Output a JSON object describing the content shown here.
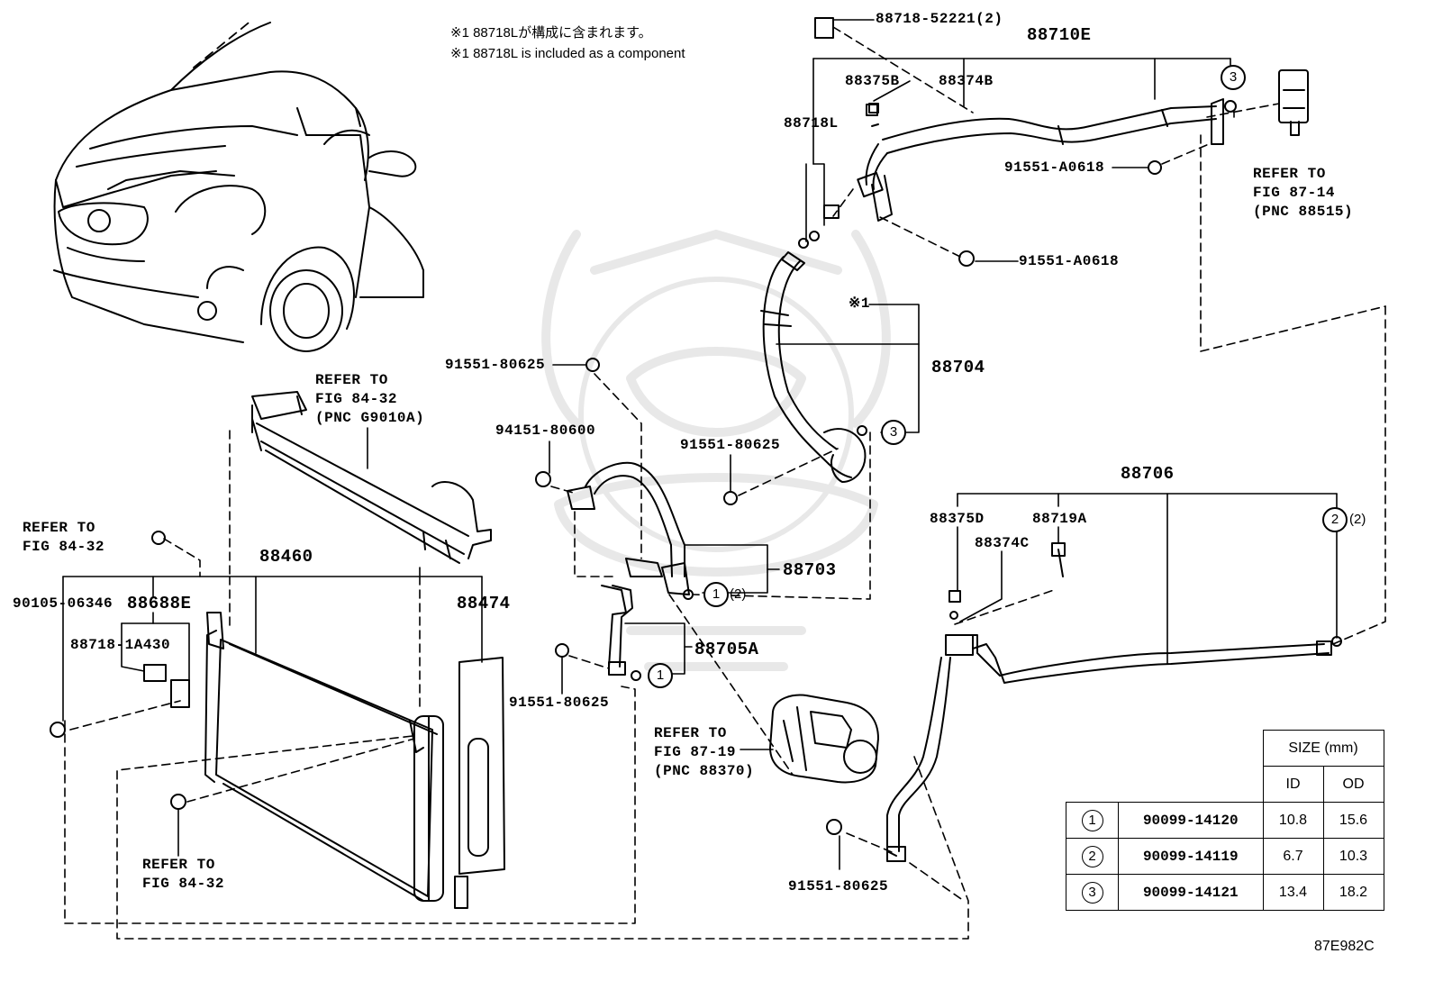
{
  "notes": {
    "jp": "※1 88718Lが構成に含まれます。",
    "en": "※1 88718L is included as a component"
  },
  "parts": {
    "p88718_52221": "88718-52221(2)",
    "p88710E": "88710E",
    "p88375B": "88375B",
    "p88374B": "88374B",
    "p88718L": "88718L",
    "p91551_A0618_a": "91551-A0618",
    "p91551_A0618_b": "91551-A0618",
    "p88704": "88704",
    "p91551_80625_a": "91551-80625",
    "p94151_80600": "94151-80600",
    "p91551_80625_b": "91551-80625",
    "p88703": "88703",
    "p88705A": "88705A",
    "p91551_80625_c": "91551-80625",
    "p88460": "88460",
    "p90105_06346": "90105-06346",
    "p88688E": "88688E",
    "p88718_1A430": "88718-1A430",
    "p88474": "88474",
    "p88706": "88706",
    "p88375D": "88375D",
    "p88719A": "88719A",
    "p88374C": "88374C",
    "p91551_80625_d": "91551-80625",
    "star1": "※1"
  },
  "refs": {
    "fig_87_14": [
      "REFER TO",
      "FIG 87-14",
      "(PNC 88515)"
    ],
    "fig_84_32_top": [
      "REFER TO",
      "FIG 84-32",
      "(PNC G9010A)"
    ],
    "fig_84_32_left": [
      "REFER TO",
      "FIG 84-32"
    ],
    "fig_84_32_bottom": [
      "REFER TO",
      "FIG 84-32"
    ],
    "fig_87_19": [
      "REFER TO",
      "FIG 87-19",
      "(PNC 88370)"
    ]
  },
  "callouts": {
    "c1a": "1",
    "c1b": "1",
    "c2": "2",
    "c3a": "3",
    "c3b": "3",
    "paren2a": "(2)",
    "paren2b": "(2)"
  },
  "size_table": {
    "header": "SIZE (mm)",
    "col_id": "ID",
    "col_od": "OD",
    "rows": [
      {
        "no": "1",
        "part": "90099-14120",
        "id": "10.8",
        "od": "15.6"
      },
      {
        "no": "2",
        "part": "90099-14119",
        "id": "6.7",
        "od": "10.3"
      },
      {
        "no": "3",
        "part": "90099-14121",
        "id": "13.4",
        "od": "18.2"
      }
    ]
  },
  "diagram_code": "87E982C"
}
